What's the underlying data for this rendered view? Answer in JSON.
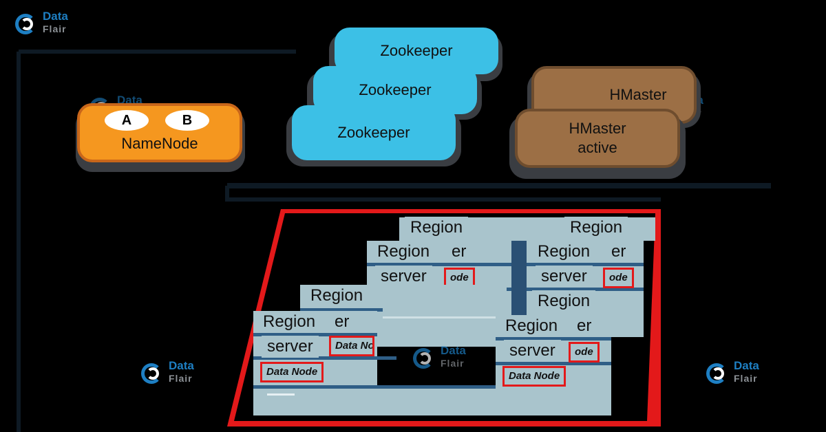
{
  "brand": {
    "line1": "Data",
    "line2": "Flair"
  },
  "namenode": {
    "label": "NameNode",
    "a": "A",
    "b": "B"
  },
  "zookeepers": [
    "Zookeeper",
    "Zookeeper",
    "Zookeeper"
  ],
  "hmaster_standby": "HMaster",
  "hmaster_active": {
    "line1": "HMaster",
    "line2": "active"
  },
  "region_label": "Region",
  "region_server": {
    "line1": "Region",
    "line2": "server",
    "partial_er": "er"
  },
  "data_node": "Data Node",
  "data_node_partial": "ode",
  "colors": {
    "namenode": "#f5971f",
    "zookeeper": "#3cc0e6",
    "hmaster": "#9c6f45",
    "rack": "#a9c4cc",
    "datanode_border": "#e3191a",
    "cluster": "#e3191a"
  },
  "icons": [
    "dataflair-logo-icon"
  ]
}
